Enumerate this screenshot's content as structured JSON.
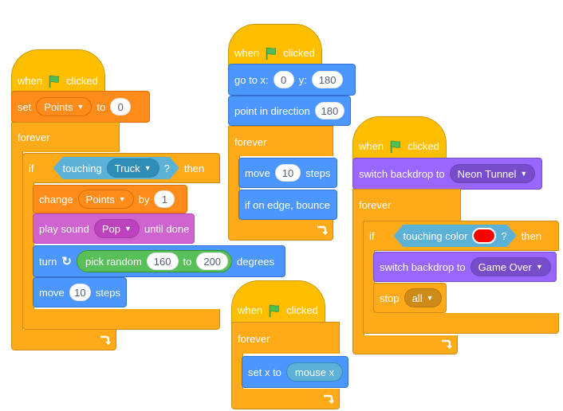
{
  "script1": {
    "hat": {
      "when": "when",
      "clicked": "clicked"
    },
    "set": {
      "label": "set",
      "var": "Points",
      "to": "to",
      "value": "0"
    },
    "forever": "forever",
    "if": {
      "label": "if",
      "touching": "touching",
      "object": "Truck",
      "q": "?",
      "then": "then"
    },
    "change": {
      "label": "change",
      "var": "Points",
      "by": "by",
      "value": "1"
    },
    "sound": {
      "label": "play sound",
      "sound": "Pop",
      "until": "until done"
    },
    "turn": {
      "label": "turn",
      "random": "pick random",
      "from": "160",
      "to": "to",
      "upto": "200",
      "unit": "degrees"
    },
    "move": {
      "label": "move",
      "value": "10",
      "unit": "steps"
    }
  },
  "script2": {
    "hat": {
      "when": "when",
      "clicked": "clicked"
    },
    "goto": {
      "label": "go to x:",
      "x": "0",
      "ylabel": "y:",
      "y": "180"
    },
    "point": {
      "label": "point in direction",
      "value": "180"
    },
    "forever": "forever",
    "move": {
      "label": "move",
      "value": "10",
      "unit": "steps"
    },
    "bounce": "if on edge, bounce"
  },
  "script3": {
    "hat": {
      "when": "when",
      "clicked": "clicked"
    },
    "forever": "forever",
    "setx": {
      "label": "set x to",
      "reporter": "mouse x"
    }
  },
  "script4": {
    "hat": {
      "when": "when",
      "clicked": "clicked"
    },
    "switch1": {
      "label": "switch backdrop to",
      "backdrop": "Neon Tunnel"
    },
    "forever": "forever",
    "if": {
      "label": "if",
      "touching": "touching color",
      "q": "?",
      "then": "then"
    },
    "switch2": {
      "label": "switch backdrop to",
      "backdrop": "Game Over"
    },
    "stop": {
      "label": "stop",
      "option": "all"
    }
  },
  "colors": {
    "events": "#ffbf00",
    "control": "#ffab19",
    "motion": "#4c97ff",
    "variables": "#ff8c1a",
    "sound": "#cf63cf",
    "looks": "#9966ff",
    "sensing": "#5cb1d6",
    "operators": "#59c059",
    "touch_color": "#ff0000"
  },
  "icons": {
    "flag": "green-flag-icon",
    "turn": "rotate-clockwise-icon",
    "loop": "loop-arrow-icon",
    "dropdown": "caret-down-icon"
  }
}
